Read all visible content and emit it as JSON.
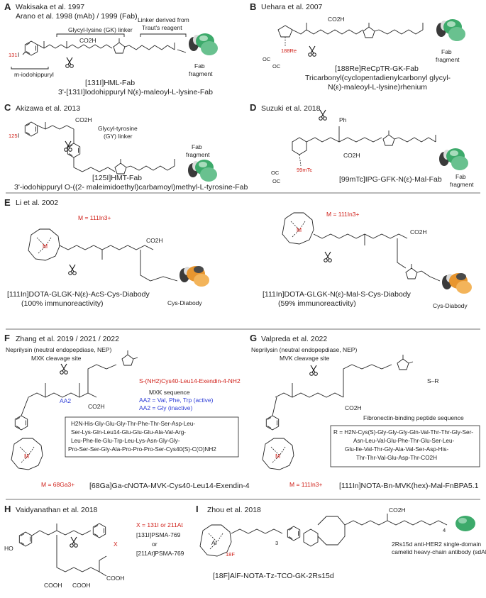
{
  "colors": {
    "red_label": "#d0211a",
    "blue_label": "#2b3bd6",
    "fab_green": "#3daa6b",
    "diabody_orange": "#e8962f",
    "dark_lobe": "#3c3c3c"
  },
  "panels": {
    "A": {
      "letter": "A",
      "title_1": "Wakisaka et al. 1997",
      "title_2": "Arano et al. 1998 (mAb) / 1999 (Fab)",
      "gk_linker": "Glycyl-lysine (GK) linker",
      "traut_1": "Linker derived from",
      "traut_2": "Traut's reagent",
      "iso": "131",
      "iso_el": "I",
      "group": "m-iodohippuryl",
      "fab_1": "Fab",
      "fab_2": "fragment",
      "name_1": "[131I]HML-Fab",
      "name_2": "3'-[131I]Iodohippuryl N(ε)-maleoyl-L-lysine-Fab",
      "cooh": "CO2H"
    },
    "B": {
      "letter": "B",
      "title": "Uehara et al. 2007",
      "metal": "188Re",
      "co": "OC",
      "name_1": "[188Re]ReCpTR-GK-Fab",
      "name_2": "Tricarbonyl(cyclopentadienylcarbonyl glycyl-",
      "name_3": "N(ε)-maleoyl-L-lysine)rhenium",
      "fab_1": "Fab",
      "fab_2": "fragment",
      "cooh": "CO2H"
    },
    "C": {
      "letter": "C",
      "title": "Akizawa et al. 2013",
      "iso": "125",
      "iso_el": "I",
      "gy_1": "Glycyl-tyrosine",
      "gy_2": "(GY) linker",
      "fab_1": "Fab",
      "fab_2": "fragment",
      "name_1": "[125I]HMT-Fab",
      "name_2": "3'-iodohippuryl O-((2- maleimidoethyl)carbamoyl)methyl-L-tyrosine-Fab",
      "cooh": "CO2H"
    },
    "D": {
      "letter": "D",
      "title": "Suzuki et al. 2018",
      "ph": "Ph",
      "metal": "99mTc",
      "co": "OC",
      "fab_1": "Fab",
      "fab_2": "fragment",
      "name": "[99mTc]IPG-GFK-N(ε)-Mal-Fab",
      "cooh": "CO2H"
    },
    "E": {
      "letter": "E",
      "title": "Li et al. 2002",
      "m_label_1": "M = 111In3+",
      "m_label_2": "M = 111In3+",
      "m": "M",
      "name_1a": "[111In]DOTA-GLGK-N(ε)-AcS-Cys-Diabody",
      "name_1b": "(100% immunoreactivity)",
      "name_2a": "[111In]DOTA-GLGK-N(ε)-Mal-S-Cys-Diabody",
      "name_2b": "(59% immunoreactivity)",
      "cys_1": "Cys-Diabody",
      "cys_2": "Cys-Diabody",
      "cooh": "CO2H"
    },
    "F": {
      "letter": "F",
      "title": "Zhang et al. 2019 / 2021 / 2022",
      "enzyme": "Neprilysin (neutral endopepdiase, NEP)",
      "site": "MXK cleavage site",
      "conj": "S-(NH2)Cys40-Leu14-Exendin-4-NH2",
      "seq_head": "MXK sequence",
      "aa_active": "AA2 = Val, Phe, Trp (active)",
      "aa_inactive": "AA2 = Gly (inactive)",
      "aa2": "AA2",
      "seq_1": "H2N-His-Gly-Glu-Gly-Thr-Phe-Thr-Ser-Asp-Leu-",
      "seq_2": "Ser-Lys-Gln-Leu14-Glu-Glu-Glu-Ala-Val-Arg-",
      "seq_3": "Leu-Phe-Ile-Glu-Trp-Leu-Lys-Asn-Gly-Gly-",
      "seq_4": "Pro-Ser-Ser-Gly-Ala-Pro-Pro-Pro-Ser-Cys40(S)-C(O)NH2",
      "m_label": "M = 68Ga3+",
      "m": "M",
      "name": "[68Ga]Ga-cNOTA-MVK-Cys40-Leu14-Exendin-4",
      "cooh": "CO2H"
    },
    "G": {
      "letter": "G",
      "title": "Valpreda et al. 2022",
      "enzyme": "Neprilysin (neutral endopepdiase, NEP)",
      "site": "MVK cleavage site",
      "sr": "S–R",
      "fn": "Fibronectin-binding peptide sequence",
      "seq_1": "R = H2N-Cys(S)-Gly-Gly-Gly-Gln-Val-Thr-Thr-Gly-Ser-",
      "seq_2": "Asn-Leu-Val-Glu-Phe-Thr-Glu-Ser-Leu-",
      "seq_3": "Glu-Ile-Val-Thr-Gly-Ala-Val-Ser-Asp-His-",
      "seq_4": "Thr-Thr-Val-Glu-Asp-Thr-CO2H",
      "m_label": "M = 111In3+",
      "m": "M",
      "name": "[111In]NOTA-Bn-MVK(hex)-Mal-FnBPA5.1",
      "cooh": "CO2H"
    },
    "H": {
      "letter": "H",
      "title": "Vaidyanathan et al. 2018",
      "x": "X",
      "x_def": "X = 131I or 211At",
      "name_1": "[131I]PSMA-769",
      "or": "or",
      "name_2": "[211At]PSMA-769",
      "ho": "HO",
      "cooh": "COOH"
    },
    "I": {
      "letter": "I",
      "title": "Zhou et al. 2018",
      "al": "Al",
      "f": "18F",
      "sub3": "3",
      "sub4": "4",
      "sdab_1": "2Rs15d anti-HER2 single-domain",
      "sdab_2": "camelid heavy-chain antibody (sdAb)",
      "name": "[18F]AlF-NOTA-Tz-TCO-GK-2Rs15d",
      "cooh": "CO2H"
    }
  }
}
